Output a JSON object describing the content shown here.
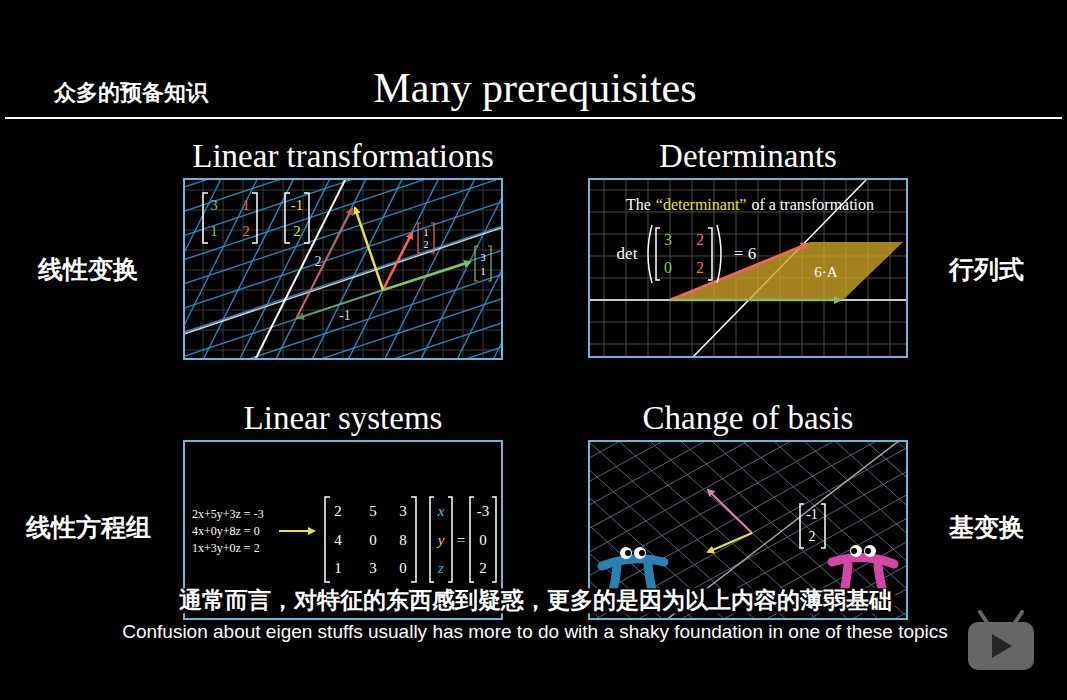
{
  "diagram": {
    "title": "Many prerequisites",
    "nodes": [
      {
        "text": [
          "Linear transformations"
        ]
      },
      {
        "text": [
          "Determinants"
        ]
      },
      {
        "text": [
          "Linear systems"
        ]
      },
      {
        "text": [
          "Change of basis"
        ]
      }
    ],
    "labels": [
      "众多的预备知识",
      "线性变换",
      "行列式",
      "线性方程组",
      "基变换",
      "3",
      "1",
      "1",
      "2",
      "-1",
      "2",
      "2",
      "-1",
      "1",
      "2",
      "3",
      "1",
      "The",
      "“determinant”",
      "of a transformation",
      "det",
      "3",
      "2",
      "0",
      "2",
      "= 6",
      "6·A",
      "2x+5y+3z = -3",
      "4x+0y+8z = 0",
      "1x+3y+0z = 2",
      "2",
      "5",
      "3",
      "4",
      "0",
      "8",
      "1",
      "3",
      "0",
      "x",
      "y",
      "z",
      "=",
      "-3",
      "0",
      "2",
      "-1",
      "2",
      "通常而言，对特征的东西感到疑惑，更多的是因为以上内容的薄弱基础",
      "Confusion about eigen stuffs usually has more to do with a shaky foundation in one of these topics"
    ]
  }
}
